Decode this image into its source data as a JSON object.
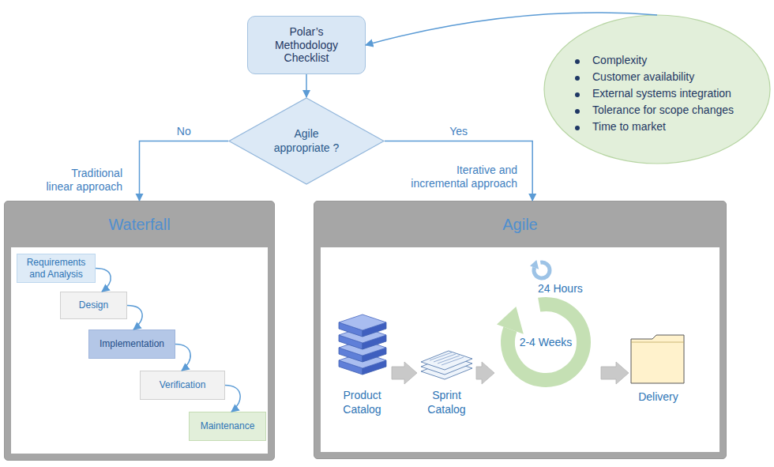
{
  "diagram": {
    "nodes": [
      {
        "text": [
          "Polar’s Methodology Checklist"
        ]
      },
      {
        "text": [
          "Agile appropriate ?"
        ]
      },
      {
        "text": [
          "Complexity",
          "Customer availability",
          "External systems integration",
          "Tolerance for scope changes",
          "Time to market"
        ]
      },
      {
        "text": [
          "Waterfall"
        ]
      },
      {
        "text": [
          "Requirements and Analysis"
        ],
        "in": 3
      },
      {
        "text": [
          "Design"
        ],
        "in": 3
      },
      {
        "text": [
          "Implementation"
        ],
        "in": 3
      },
      {
        "text": [
          "Verification"
        ],
        "in": 3
      },
      {
        "text": [
          "Maintenance"
        ],
        "in": 3
      },
      {
        "text": [
          "Agile"
        ]
      },
      {
        "text": [
          "Product Catalog"
        ],
        "in": 9
      },
      {
        "text": [
          "Sprint Catalog"
        ],
        "in": 9
      },
      {
        "text": [
          "24 Hours",
          "2-4 Weeks"
        ],
        "in": 9
      },
      {
        "text": [
          "Delivery"
        ],
        "in": 9
      }
    ],
    "edges": [
      {
        "from": 0,
        "to": 1,
        "arrow": "to"
      },
      {
        "from": 1,
        "to": 3,
        "label": "No",
        "arrow": "to"
      },
      {
        "from": 1,
        "to": 9,
        "label": "Yes",
        "arrow": "to"
      },
      {
        "from": 2,
        "to": 0,
        "arrow": "to"
      },
      {
        "from": 4,
        "to": 5,
        "arrow": "to"
      },
      {
        "from": 5,
        "to": 6,
        "arrow": "to"
      },
      {
        "from": 6,
        "to": 7,
        "arrow": "to"
      },
      {
        "from": 7,
        "to": 8,
        "arrow": "to"
      },
      {
        "from": 10,
        "to": 11,
        "arrow": "to"
      },
      {
        "from": 11,
        "to": 12,
        "arrow": "to"
      },
      {
        "from": 12,
        "to": 13,
        "arrow": "to"
      }
    ],
    "labels": [
      "Traditional linear approach",
      "Iterative and incremental approach"
    ]
  }
}
